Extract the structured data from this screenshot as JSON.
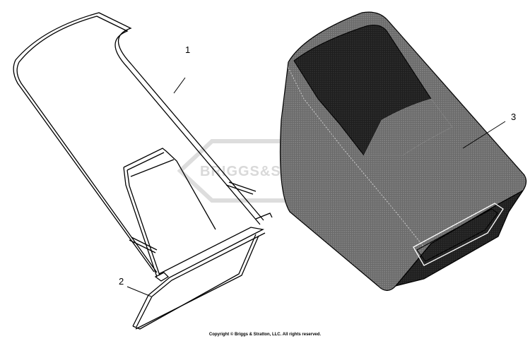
{
  "diagram": {
    "callouts": [
      {
        "id": "1",
        "label": "1"
      },
      {
        "id": "2",
        "label": "2"
      },
      {
        "id": "3",
        "label": "3"
      }
    ],
    "watermark_text": "BRIGGS&STRATTON",
    "copyright": "Copyright © Briggs & Stratton, LLC. All rights reserved.",
    "colors": {
      "line": "#000000",
      "bag_fill": "#5a5a5a",
      "bag_dark": "#2b2b2b",
      "watermark": "#d9d9d9"
    }
  }
}
